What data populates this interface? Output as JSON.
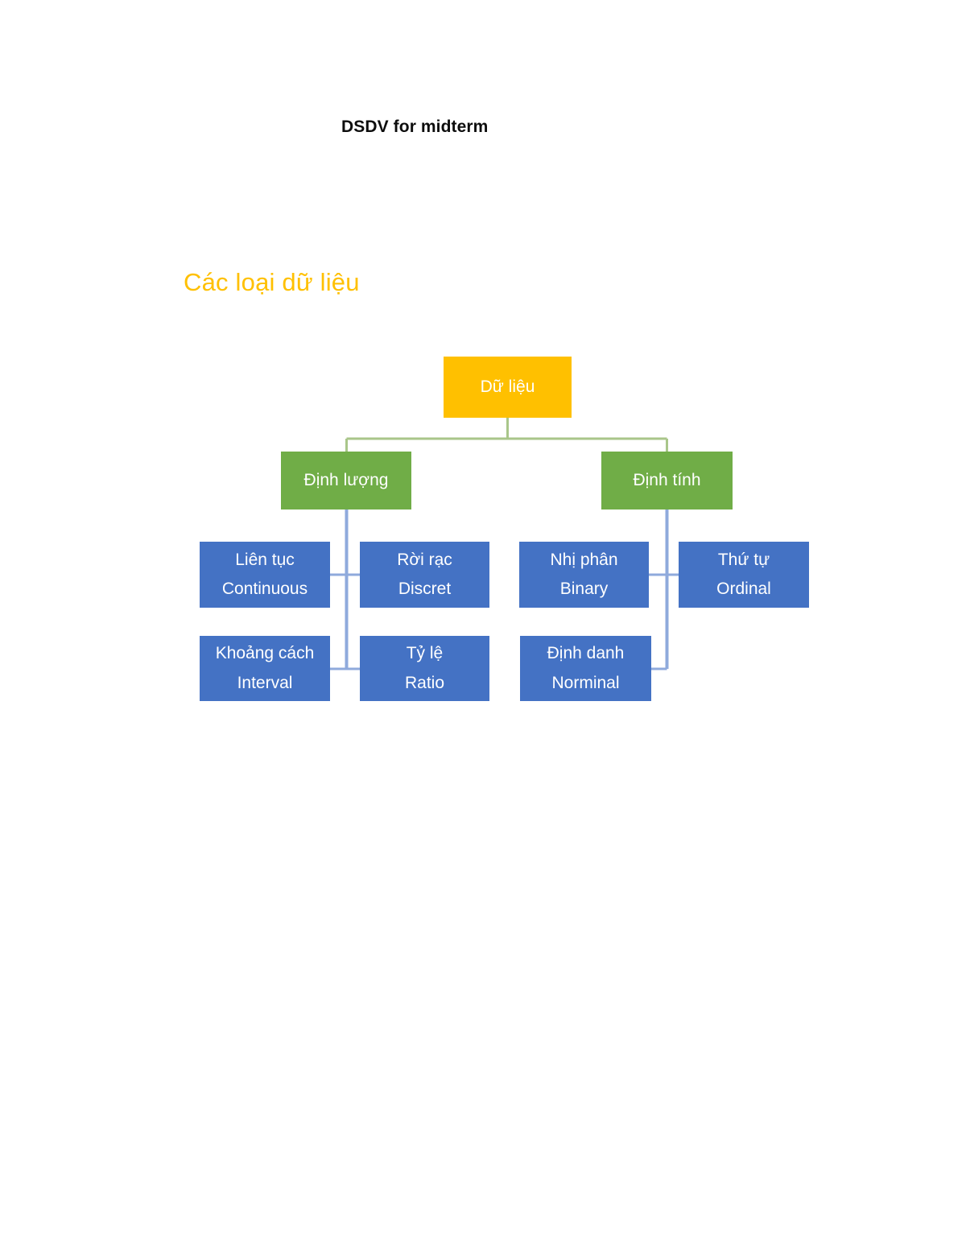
{
  "document": {
    "title": "DSDV for midterm",
    "section_heading": "Các loại dữ liệu"
  },
  "colors": {
    "root": "#FFC000",
    "branch": "#70AD47",
    "leaf": "#4472C4",
    "heading": "#FFC000",
    "title": "#0D0D0D",
    "background": "#FFFFFF",
    "connector_green": "#A9C68A",
    "connector_blue": "#8FAADC"
  },
  "diagram": {
    "type": "tree",
    "root": {
      "label": "Dữ liệu"
    },
    "branches": [
      {
        "label": "Định lượng"
      },
      {
        "label": "Định tính"
      }
    ],
    "leaves": [
      {
        "vi": "Liên tục",
        "en": "Continuous",
        "parent": "Định lượng"
      },
      {
        "vi": "Rời rạc",
        "en": "Discret",
        "parent": "Định lượng"
      },
      {
        "vi": "Nhị phân",
        "en": "Binary",
        "parent": "Định tính"
      },
      {
        "vi": "Thứ tự",
        "en": "Ordinal",
        "parent": "Định tính"
      },
      {
        "vi": "Khoảng cách",
        "en": "Interval",
        "parent": "Định lượng"
      },
      {
        "vi": "Tỷ lệ",
        "en": "Ratio",
        "parent": "Định lượng"
      },
      {
        "vi": "Định danh",
        "en": "Norminal",
        "parent": "Định tính"
      }
    ]
  }
}
